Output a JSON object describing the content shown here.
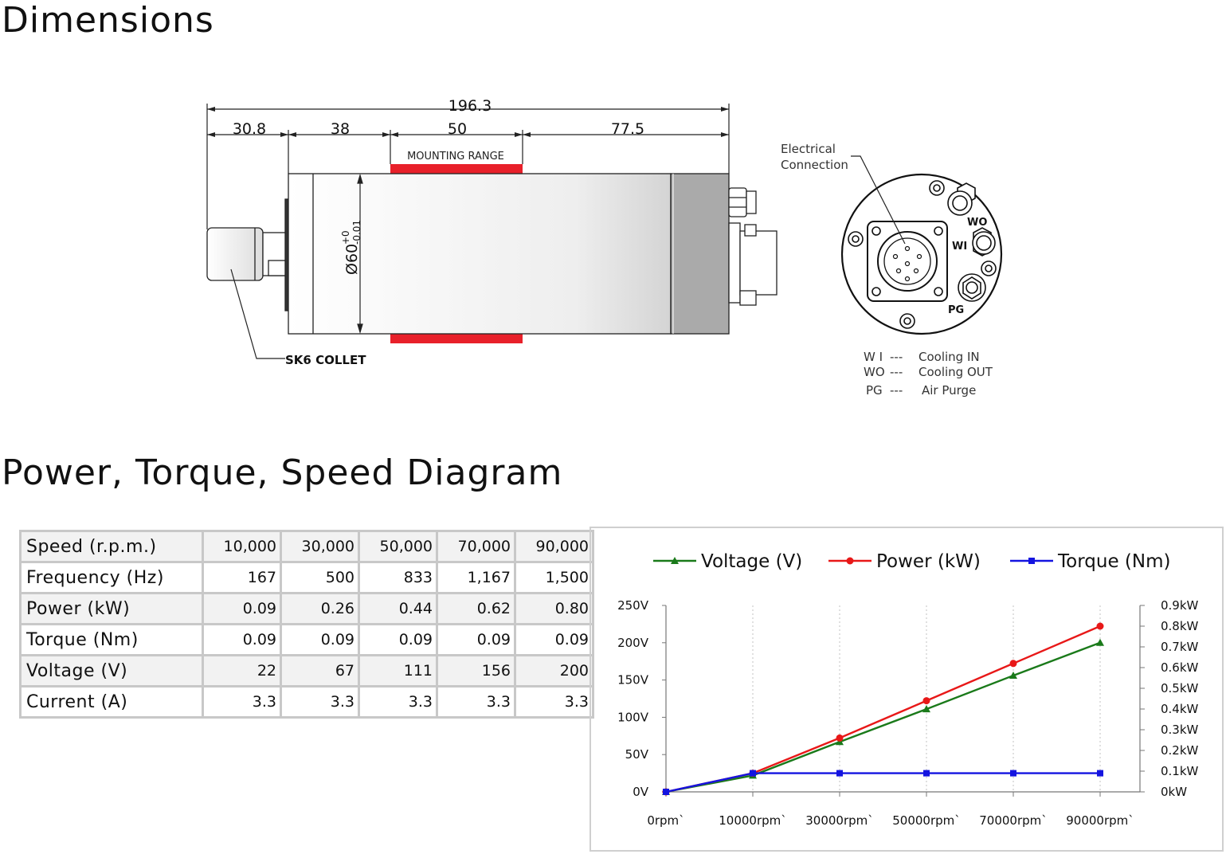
{
  "headings": {
    "dimensions": "Dimensions",
    "diagram": "Power, Torque, Speed Diagram"
  },
  "drawing": {
    "dim_total": "196.3",
    "dim_a": "30.8",
    "dim_b": "38",
    "dim_c": "50",
    "dim_d": "77.5",
    "mounting_range": "MOUNTING RANGE",
    "diameter": "Ø60",
    "tol_upper": "+0",
    "tol_lower": "-0.01",
    "collet": "SK6 COLLET",
    "elec_line1": "Electrical",
    "elec_line2": "Connection",
    "port_wo": "WO",
    "port_wi": "WI",
    "port_pg": "PG",
    "legend": [
      {
        "code": "W I",
        "dash": "---",
        "desc": "Cooling IN"
      },
      {
        "code": "WO",
        "dash": "---",
        "desc": "Cooling OUT"
      },
      {
        "code": "PG",
        "dash": "---",
        "desc": "Air Purge"
      }
    ],
    "colors": {
      "mounting": "#e8202a",
      "body_dark": "#aaaaaa"
    }
  },
  "table": {
    "rows": [
      {
        "label": "Speed (r.p.m.)",
        "values": [
          "10,000",
          "30,000",
          "50,000",
          "70,000",
          "90,000"
        ]
      },
      {
        "label": "Frequency (Hz)",
        "values": [
          "167",
          "500",
          "833",
          "1,167",
          "1,500"
        ]
      },
      {
        "label": "Power (kW)",
        "values": [
          "0.09",
          "0.26",
          "0.44",
          "0.62",
          "0.80"
        ]
      },
      {
        "label": "Torque (Nm)",
        "values": [
          "0.09",
          "0.09",
          "0.09",
          "0.09",
          "0.09"
        ]
      },
      {
        "label": "Voltage (V)",
        "values": [
          "22",
          "67",
          "111",
          "156",
          "200"
        ]
      },
      {
        "label": "Current (A)",
        "values": [
          "3.3",
          "3.3",
          "3.3",
          "3.3",
          "3.3"
        ]
      }
    ]
  },
  "chart_data": {
    "type": "line",
    "categories": [
      "0rpm`",
      "10000rpm`",
      "30000rpm`",
      "50000rpm`",
      "70000rpm`",
      "90000rpm`"
    ],
    "series": [
      {
        "name": "Voltage (V)",
        "axis": "left",
        "color": "#1a7a1a",
        "marker": "triangle",
        "values": [
          0,
          22,
          67,
          111,
          156,
          200
        ]
      },
      {
        "name": "Power (kW)",
        "axis": "right",
        "color": "#e81818",
        "marker": "circle",
        "values": [
          0,
          0.09,
          0.26,
          0.44,
          0.62,
          0.8
        ]
      },
      {
        "name": "Torque (Nm)",
        "axis": "right",
        "color": "#1414e0",
        "marker": "square",
        "values": [
          0,
          0.09,
          0.09,
          0.09,
          0.09,
          0.09
        ]
      }
    ],
    "y_left": {
      "ticks": [
        "0V",
        "50V",
        "100V",
        "150V",
        "200V",
        "250V"
      ],
      "range": [
        0,
        250
      ]
    },
    "y_right": {
      "ticks": [
        "0kW",
        "0.1kW",
        "0.2kW",
        "0.3kW",
        "0.4kW",
        "0.5kW",
        "0.6kW",
        "0.7kW",
        "0.8kW",
        "0.9kW"
      ],
      "range": [
        0,
        0.9
      ]
    },
    "grid": "vertical-dashed",
    "legend_position": "top"
  }
}
